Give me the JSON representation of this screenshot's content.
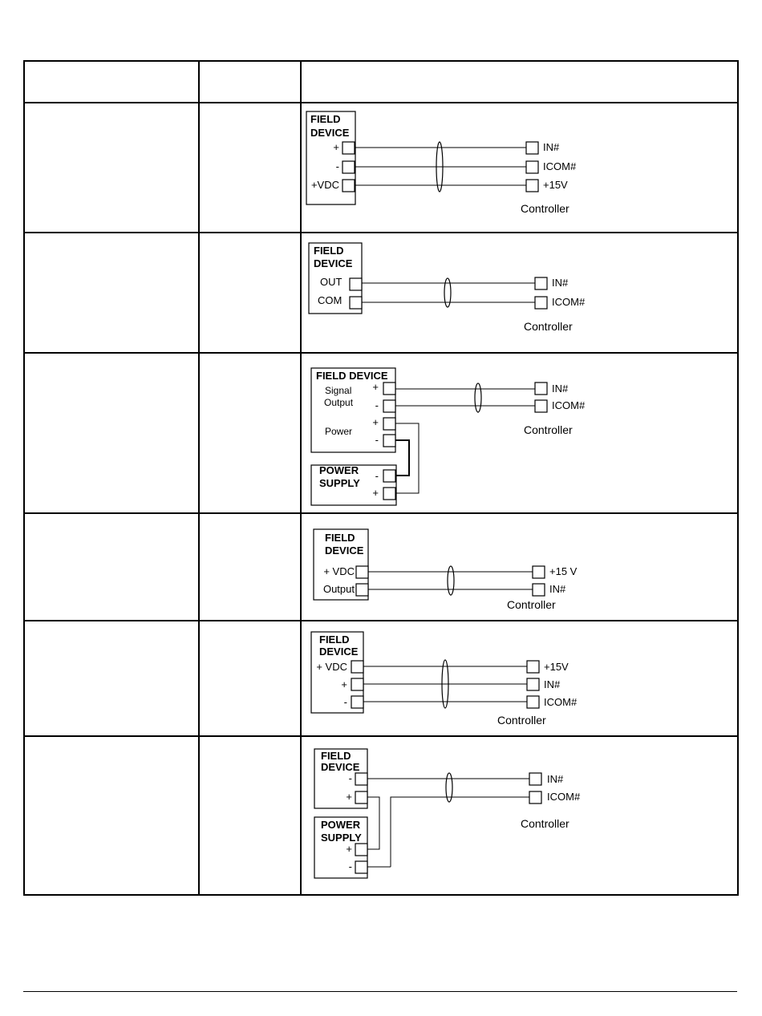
{
  "table": {
    "header": [
      "",
      "",
      ""
    ],
    "rows": [
      {
        "col1": "",
        "col2": "",
        "device": [
          "FIELD",
          "DEVICE"
        ],
        "terminals": [
          "+",
          "-",
          "+VDC"
        ],
        "controller_terminals": [
          "IN#",
          "ICOM#",
          "+15V"
        ],
        "controller_label": "Controller"
      },
      {
        "col1": "",
        "col2": "",
        "device": [
          "FIELD",
          "DEVICE"
        ],
        "terminals": [
          "OUT",
          "COM"
        ],
        "controller_terminals": [
          "IN#",
          "ICOM#"
        ],
        "controller_label": "Controller"
      },
      {
        "col1": "",
        "col2": "",
        "device": [
          "FIELD DEVICE"
        ],
        "groups": [
          "Signal",
          "Output",
          "Power"
        ],
        "terminals": [
          "+",
          "-",
          "+",
          "-"
        ],
        "supply": [
          "POWER",
          "SUPPLY"
        ],
        "supply_terminals": [
          "-",
          "+"
        ],
        "controller_terminals": [
          "IN#",
          "ICOM#"
        ],
        "controller_label": "Controller"
      },
      {
        "col1": "",
        "col2": "",
        "device": [
          "FIELD",
          "DEVICE"
        ],
        "terminals": [
          "+ VDC",
          "Output"
        ],
        "controller_terminals": [
          "+15 V",
          "IN#"
        ],
        "controller_label": "Controller"
      },
      {
        "col1": "",
        "col2": "",
        "device": [
          "FIELD",
          "DEVICE"
        ],
        "terminals": [
          "+ VDC",
          "+",
          "-"
        ],
        "controller_terminals": [
          "+15V",
          "IN#",
          "ICOM#"
        ],
        "controller_label": "Controller"
      },
      {
        "col1": "",
        "col2": "",
        "device": [
          "FIELD",
          "DEVICE"
        ],
        "terminals": [
          "-",
          "+"
        ],
        "supply": [
          "POWER",
          "SUPPLY"
        ],
        "supply_terminals": [
          "+",
          "-"
        ],
        "controller_terminals": [
          "IN#",
          "ICOM#"
        ],
        "controller_label": "Controller"
      }
    ]
  }
}
